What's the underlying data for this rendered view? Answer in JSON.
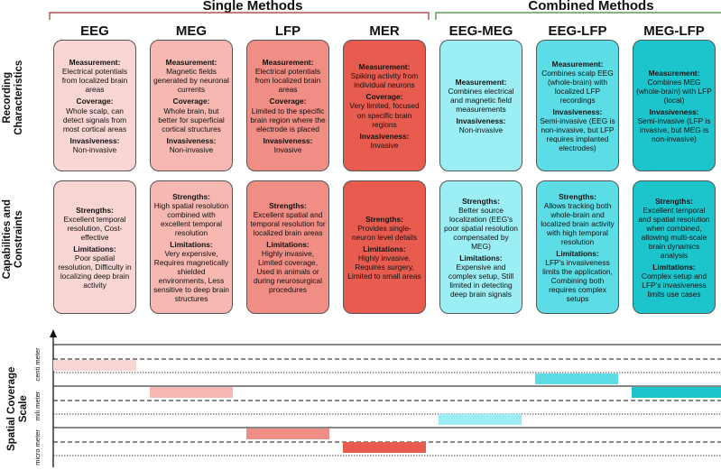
{
  "groups": {
    "single": "Single Methods",
    "combined": "Combined Methods"
  },
  "row_labels": {
    "recording": "Recording Characteristics",
    "capabilities": "Capabilities and Constraints",
    "spatial": "Spatial Coverage Scale"
  },
  "scale_labels": {
    "centi": "centi meter",
    "mili": "mili meter",
    "micro": "micro meter"
  },
  "methods": [
    {
      "name": "EEG",
      "color": "#f9d6d3",
      "recording": [
        {
          "label": "Measurement:",
          "text": "Electrical potentials from localized brain areas"
        },
        {
          "label": "Coverage:",
          "text": "Whole scalp, can detect signals from most cortical areas"
        },
        {
          "label": "Invasiveness:",
          "text": "Non-invasive"
        }
      ],
      "capabilities": [
        {
          "label": "Strengths:",
          "text": "Excellent temporal resolution, Cost-effective"
        },
        {
          "label": "Limitations:",
          "text": "Poor spatial resolution, Difficulty in localizing deep brain activity"
        }
      ],
      "scale": "centi"
    },
    {
      "name": "MEG",
      "color": "#f6b8b1",
      "recording": [
        {
          "label": "Measurement:",
          "text": "Magnetic fields generated by neuronal currents"
        },
        {
          "label": "Coverage:",
          "text": "Whole brain, but better for superficial cortical structures"
        },
        {
          "label": "Invasiveness:",
          "text": "Non-invasive"
        }
      ],
      "capabilities": [
        {
          "label": "Strengths:",
          "text": "High spatial resolution combined with excellent temporal resolution"
        },
        {
          "label": "Limitations:",
          "text": "Very expensive, Requires magnetically shielded environments, Less sensitive to deep brain structures"
        }
      ],
      "scale": "mili"
    },
    {
      "name": "LFP",
      "color": "#f08d84",
      "recording": [
        {
          "label": "Measurement:",
          "text": "Electrical potentials from localized brain areas"
        },
        {
          "label": "Coverage:",
          "text": "Limited to the specific brain region where the electrode is placed"
        },
        {
          "label": "Invasiveness:",
          "text": "Invasive"
        }
      ],
      "capabilities": [
        {
          "label": "Strengths:",
          "text": "Excellent spatial and temporal resolution for localized brain areas"
        },
        {
          "label": "Limitations:",
          "text": "Highly invasive, Limited coverage, Used in animals or during neurosurgical procedures"
        }
      ],
      "scale": "micro_upper"
    },
    {
      "name": "MER",
      "color": "#e85c4f",
      "recording": [
        {
          "label": "Measurement:",
          "text": "Spiking activity from individual neurons"
        },
        {
          "label": "Coverage:",
          "text": "Very limited, focused on specific brain regions"
        },
        {
          "label": "Invasiveness:",
          "text": "Invasive"
        }
      ],
      "capabilities": [
        {
          "label": "Strengths:",
          "text": "Provides single-neuron level details"
        },
        {
          "label": "Limitations:",
          "text": "Highly invasive, Requires surgery, Limited to small areas"
        }
      ],
      "scale": "micro"
    },
    {
      "name": "EEG-MEG",
      "color": "#9beef4",
      "recording": [
        {
          "label": "Measurement:",
          "text": "Combines electrical and magnetic field measurements"
        },
        {
          "label": "Invasiveness:",
          "text": "Non-invasive"
        }
      ],
      "capabilities": [
        {
          "label": "Strengths:",
          "text": "Better source localization (EEG's poor spatial resolution compensated by MEG)"
        },
        {
          "label": "Limitations:",
          "text": "Expensive and complex setup, Still limited in detecting deep brain signals"
        }
      ],
      "scale": "mili_lower"
    },
    {
      "name": "EEG-LFP",
      "color": "#5cdde6",
      "recording": [
        {
          "label": "Measurement:",
          "text": "Combines scalp EEG (whole-brain) with localized LFP recordings"
        },
        {
          "label": "Invasiveness:",
          "text": "Semi-invasive (EEG is non-invasive, but LFP requires implanted electrodes)"
        }
      ],
      "capabilities": [
        {
          "label": "Strengths:",
          "text": "Allows tracking both whole-brain and localized brain activity with high temporal resolution"
        },
        {
          "label": "Limitations:",
          "text": "LFP's invasiveness limits the application, Combining both requires complex setups"
        }
      ],
      "scale": "centi_lower"
    },
    {
      "name": "MEG-LFP",
      "color": "#1cc4cc",
      "recording": [
        {
          "label": "Measurement:",
          "text": "Combines MEG (whole-brain) with LFP (local)"
        },
        {
          "label": "Invasiveness:",
          "text": "Semi-invasive (LFP is invasive, but MEG is non-invasive)"
        }
      ],
      "capabilities": [
        {
          "label": "Strengths:",
          "text": "Excellent temporal and spatial resolution when combined, allowing multi-scale brain dynamics analysis"
        },
        {
          "label": "Limitations:",
          "text": "Complex setup and LFP's invasiveness limits use cases"
        }
      ],
      "scale": "mili"
    }
  ],
  "colors": {
    "single_bracket": "#a5322a",
    "combined_bracket": "#3a8a3a",
    "card_border": "#555555"
  }
}
